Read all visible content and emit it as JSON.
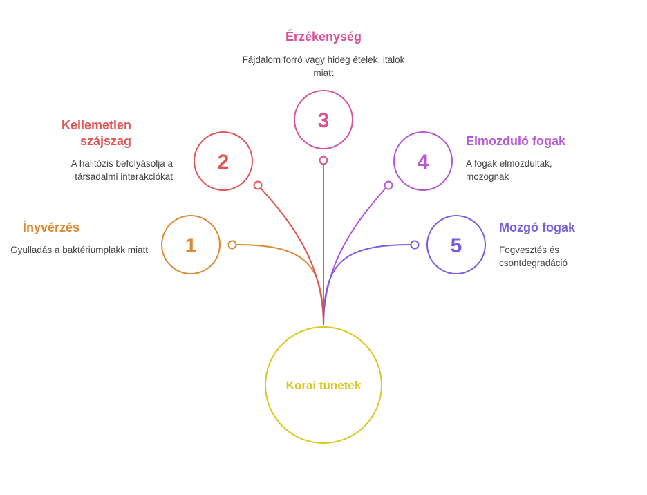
{
  "center": {
    "label": "Korai tünetek",
    "color": "#d9c81e"
  },
  "items": [
    {
      "number": "1",
      "title": "Ínyvérzés",
      "description": "Gyulladás a baktériumplakk miatt",
      "color": "#db8a32"
    },
    {
      "number": "2",
      "title": "Kellemetlen szájszag",
      "description": "A halitózis befolyásolja a társadalmi interakciókat",
      "color": "#e05555"
    },
    {
      "number": "3",
      "title": "Érzékenység",
      "description": "Fájdalom forró vagy hideg ételek, italok miatt",
      "color": "#d9509a"
    },
    {
      "number": "4",
      "title": "Elmozduló fogak",
      "description": "A fogak elmozdultak, mozognak",
      "color": "#b557d6"
    },
    {
      "number": "5",
      "title": "Mozgó fogak",
      "description": "Fogvesztés és csontdegradáció",
      "color": "#7a5ce0"
    }
  ]
}
